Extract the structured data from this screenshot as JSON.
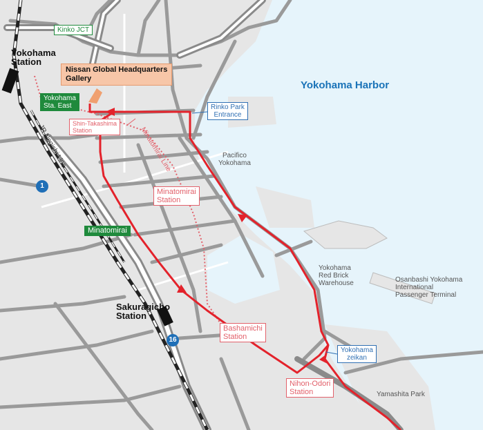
{
  "title": "",
  "areas": {
    "harbor": "Yokohama Harbor"
  },
  "stations": {
    "yokohama": "Yokohama\nStation",
    "sakuragicho": "Sakuragicho\nStation"
  },
  "route_boxes": {
    "kinko_jct": "Kinko JCT",
    "yokohama_sta_east": "Yokohama\nSta. East",
    "minatomirai": "Minatomirai",
    "rinko_park_entrance": "Rinko Park\nEntrance",
    "yokohama_zeikan": "Yokohama\nzeikan"
  },
  "rail_stations": {
    "shin_takashima": "Shin-Takashima\nStation",
    "minatomirai": "Minatomirai\nStation",
    "bashamichi": "Bashamichi\nStation",
    "nihon_odori": "Nihon-Odori\nStation"
  },
  "lines": {
    "minatomirai_line": "Minatomirai Line",
    "jr_negishi_line": "JR Negishi Line"
  },
  "places": {
    "nissan_hq": "Nissan Global Headquarters\nGallery",
    "pacifico": "Pacifico\nYokohama",
    "red_brick": "Yokohama\nRed Brick\nWarehouse",
    "osanbashi": "Osanbashi Yokohama\nInternational\nPassenger Terminal",
    "yamashita_park": "Yamashita Park"
  },
  "route_shields": {
    "route_1": "1",
    "route_16": "16"
  },
  "colors": {
    "water": "#e6f4fb",
    "land": "#e6e6e6",
    "road": "#9a9a9a",
    "route": "#e3222b",
    "subway": "#e2606a",
    "expressway_box": "#1f8a3c",
    "info_box": "#2f6fb3",
    "shield": "#1f6fb7",
    "hq": "#f7c6a8"
  }
}
